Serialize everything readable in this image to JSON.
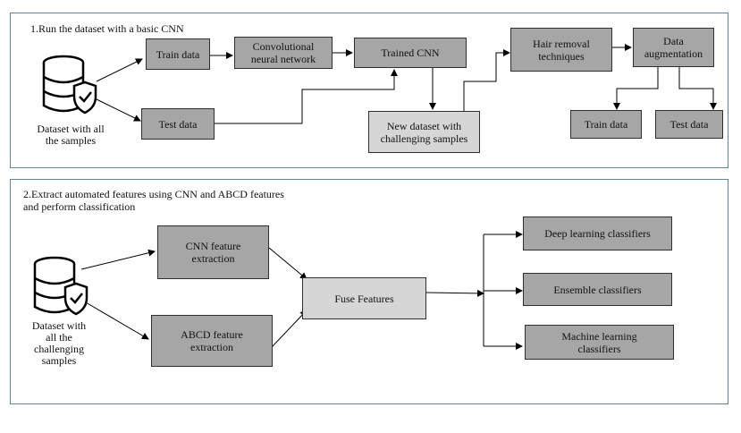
{
  "panel1": {
    "title": "1.Run the dataset with a basic CNN",
    "dataset_label": "Dataset with all the samples",
    "train_data": "Train data",
    "test_data": "Test data",
    "cnn": "Convolutional neural network",
    "trained_cnn": "Trained CNN",
    "new_dataset": "New dataset with challenging samples",
    "hair_removal": "Hair removal techniques",
    "augmentation": "Data augmentation",
    "train_out": "Train data",
    "test_out": "Test data"
  },
  "panel2": {
    "title": "2.Extract automated features using CNN and ABCD features and perform classification",
    "dataset_label": "Dataset with all the challenging samples",
    "cnn_features": "CNN feature extraction",
    "abcd_features": "ABCD feature extraction",
    "fuse": "Fuse Features",
    "deep": "Deep learning classifiers",
    "ensemble": "Ensemble classifiers",
    "ml": "Machine learning classifiers"
  },
  "colors": {
    "panel_border": "#5b86a8",
    "box_dark": "#a6a6a6",
    "box_light": "#d6d6d6"
  }
}
